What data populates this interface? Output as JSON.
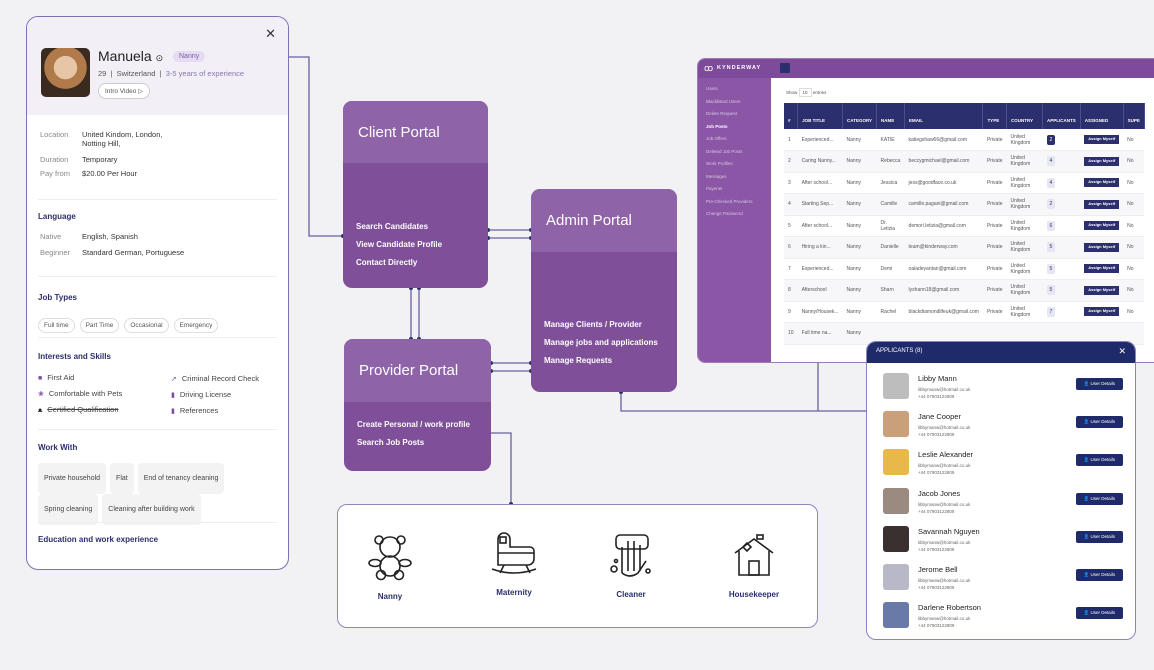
{
  "profile": {
    "name": "Manuela",
    "badge": "Nanny",
    "age": "29",
    "country": "Switzerland",
    "experience": "3-5 years of experience",
    "intro_video": "Intro Video",
    "details": [
      {
        "label": "Location",
        "value": "United Kindom, London, Notting Hill,"
      },
      {
        "label": "Duration",
        "value": "Temporary"
      },
      {
        "label": "Pay from",
        "value": "$20.00 Per Hour"
      }
    ],
    "language_title": "Language",
    "languages": [
      {
        "label": "Native",
        "value": "English, Spanish"
      },
      {
        "label": "Beginner",
        "value": "Standard German, Portuguese"
      }
    ],
    "job_types_title": "Job Types",
    "job_types": [
      "Full time",
      "Part Time",
      "Occasional",
      "Emergency"
    ],
    "skills_title": "Interests and Skills",
    "skills": [
      "First Aid",
      "Comfortable with Pets",
      "Certified Qualification",
      "Criminal Record Check",
      "Driving License",
      "References"
    ],
    "work_with_title": "Work With",
    "work_with": [
      "Private household",
      "Flat",
      "End of tenancy cleaning",
      "Spring cleaning",
      "Cleaning after building work"
    ],
    "education_title": "Education and work experience"
  },
  "portals": {
    "client": {
      "title": "Client Portal",
      "items": [
        "Search Candidates",
        "View Candidate Profile",
        "Contact Directly"
      ]
    },
    "admin": {
      "title": "Admin Portal",
      "items": [
        "Manage Clients / Provider",
        "Manage jobs and applications",
        "Manage Requests"
      ]
    },
    "provider": {
      "title": "Provider Portal",
      "items": [
        "Create Personal / work profile",
        "Search Job Posts"
      ]
    }
  },
  "categories": [
    {
      "label": "Nanny",
      "icon": "teddy-bear-icon"
    },
    {
      "label": "Maternity",
      "icon": "cradle-icon"
    },
    {
      "label": "Cleaner",
      "icon": "cleaning-glove-icon"
    },
    {
      "label": "Housekeeper",
      "icon": "house-sparkle-icon"
    }
  ],
  "admin_app": {
    "brand": "KYNDERWAY",
    "menu": [
      "Users",
      "Blacklisted Users",
      "Delete Request",
      "Job Posts",
      "Job Offers",
      "Deleted Job Posts",
      "Work Profiles",
      "Messages",
      "Payents",
      "Pre-Checked Providers",
      "Change Password"
    ],
    "active_menu": "Job Posts",
    "show": "Show",
    "entries_value": "10",
    "entries": "entries",
    "columns": [
      "#",
      "JOB TITLE",
      "CATEGORY",
      "NAME",
      "EMAIL",
      "TYPE",
      "COUNTRY",
      "APPLICANTS",
      "ASSIGNED",
      "SUPE"
    ],
    "assign_label": "Assign Myself",
    "rows": [
      [
        "1",
        "Experienced...",
        "Nanny",
        "KATIE",
        "katiegshaw66@gmail.com",
        "Private",
        "United Kingdom",
        "2",
        "No"
      ],
      [
        "2",
        "Caring Nanny...",
        "Nanny",
        "Rebecca",
        "beccygmichael@gmail.com",
        "Private",
        "United Kingdom",
        "4",
        "No"
      ],
      [
        "3",
        "After school...",
        "Nanny",
        "Jessica",
        "jess@goodface.co.uk",
        "Private",
        "United Kingdom",
        "4",
        "No"
      ],
      [
        "4",
        "Starting Sep...",
        "Nanny",
        "Camille",
        "camille.pagani@gmail.com",
        "Private",
        "United Kingdom",
        "2",
        "No"
      ],
      [
        "5",
        "After school...",
        "Nanny",
        "Dr. Letizia",
        "demori.letizia@gmail.com",
        "Private",
        "United Kingdom",
        "6",
        "No"
      ],
      [
        "6",
        "Hiring a kin...",
        "Nanny",
        "Danielle",
        "team@kinderway.com",
        "Private",
        "United Kingdom",
        "5",
        "No"
      ],
      [
        "7",
        "Experienced...",
        "Nanny",
        "Demi",
        "oaladeyantan@gmail.com",
        "Private",
        "United Kingdom",
        "5",
        "No"
      ],
      [
        "8",
        "Afterschool",
        "Nanny",
        "Sharn",
        "lyshann18@gmail.com",
        "Private",
        "United Kingdom",
        "5",
        "No"
      ],
      [
        "9",
        "Nanny/Housek...",
        "Nanny",
        "Rachel",
        "blackdiamondlifeuk@gmail.com",
        "Private",
        "United Kingdom",
        "7",
        "No"
      ],
      [
        "10",
        "Full time na...",
        "Nanny",
        "",
        "",
        "",
        "",
        "",
        ""
      ]
    ]
  },
  "applicants": {
    "title": "APPLICANTS (8)",
    "button": "User Details",
    "items": [
      {
        "name": "Libby Mann",
        "email": "libbymanw@hotmail.co.uk",
        "phone": "+44 07903122809"
      },
      {
        "name": "Jane Cooper",
        "email": "libbymanw@hotmail.co.uk",
        "phone": "+44 07903122809"
      },
      {
        "name": "Leslie Alexander",
        "email": "libbymanw@hotmail.co.uk",
        "phone": "+44 07903122809"
      },
      {
        "name": "Jacob Jones",
        "email": "libbymanw@hotmail.co.uk",
        "phone": "+44 07903122809"
      },
      {
        "name": "Savannah Nguyen",
        "email": "libbymanw@hotmail.co.uk",
        "phone": "+44 07903122809"
      },
      {
        "name": "Jerome Bell",
        "email": "libbymanw@hotmail.co.uk",
        "phone": "+44 07903122809"
      },
      {
        "name": "Darlene Robertson",
        "email": "libbymanw@hotmail.co.uk",
        "phone": "+44 07903122809"
      }
    ]
  },
  "colors": {
    "portal": "#7f4f9a",
    "portal_header": "#8f63a8",
    "navy": "#1f2a6b",
    "line": "#5d5c9c"
  }
}
